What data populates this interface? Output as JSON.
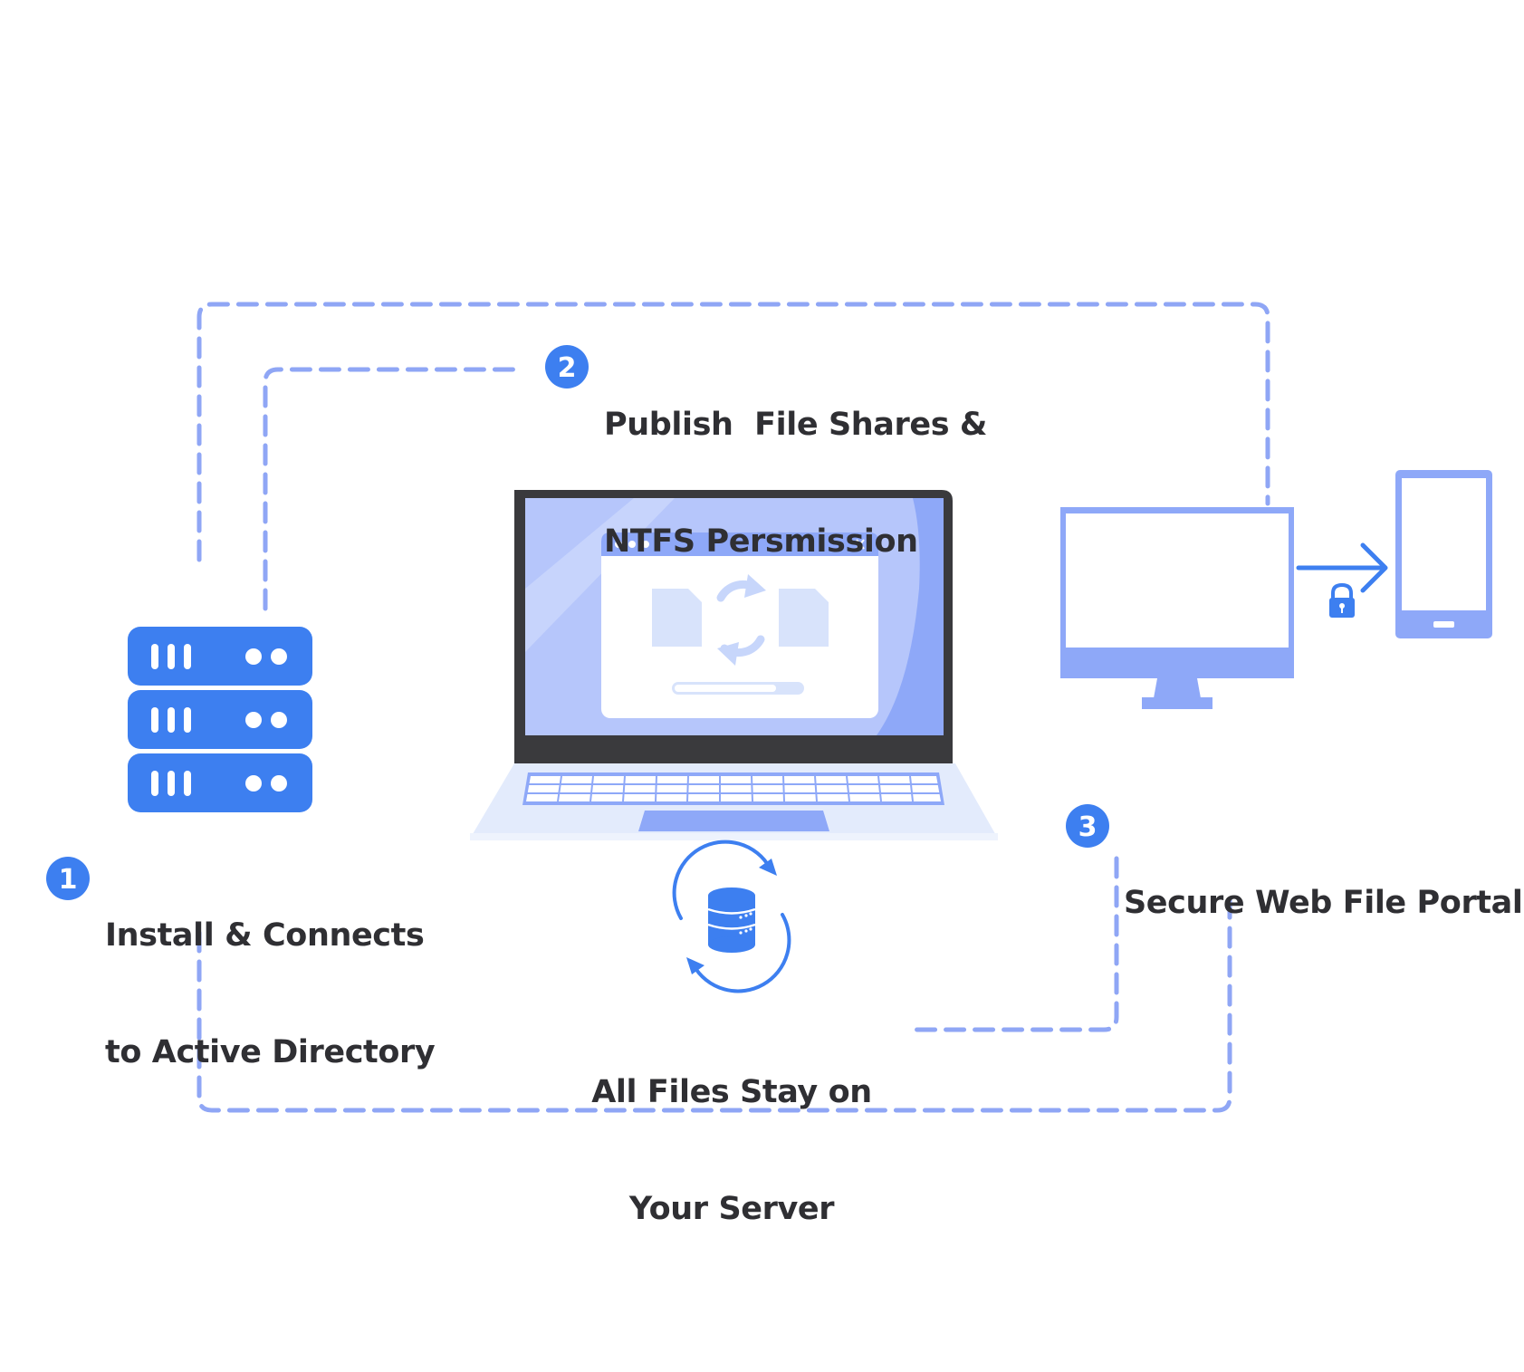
{
  "steps": [
    {
      "number": "1",
      "line1": "Install & Connects",
      "line2": "to Active Directory"
    },
    {
      "number": "2",
      "line1": "Publish  File Shares &",
      "line2": "NTFS Persmission"
    },
    {
      "number": "3",
      "line1": "Secure Web File Portal"
    }
  ],
  "storage": {
    "line1": "All Files Stay on",
    "line2": "Your Server"
  },
  "icons": {
    "server": "server-stack-icon",
    "laptop": "laptop-icon",
    "sync_window": "file-sync-window-icon",
    "monitor": "desktop-monitor-icon",
    "arrow": "arrow-right-icon",
    "lock": "lock-icon",
    "phone": "mobile-phone-icon",
    "database_sync": "database-sync-icon"
  },
  "colors": {
    "primary_blue": "#3d7ff0",
    "periwinkle": "#8ea8f8",
    "dash_line": "#8fa6f5",
    "screen_bg": "#b6c6fb",
    "laptop_frame": "#3a3a3d",
    "keyboard_base": "#e3ebfc",
    "text": "#2f2f33"
  }
}
